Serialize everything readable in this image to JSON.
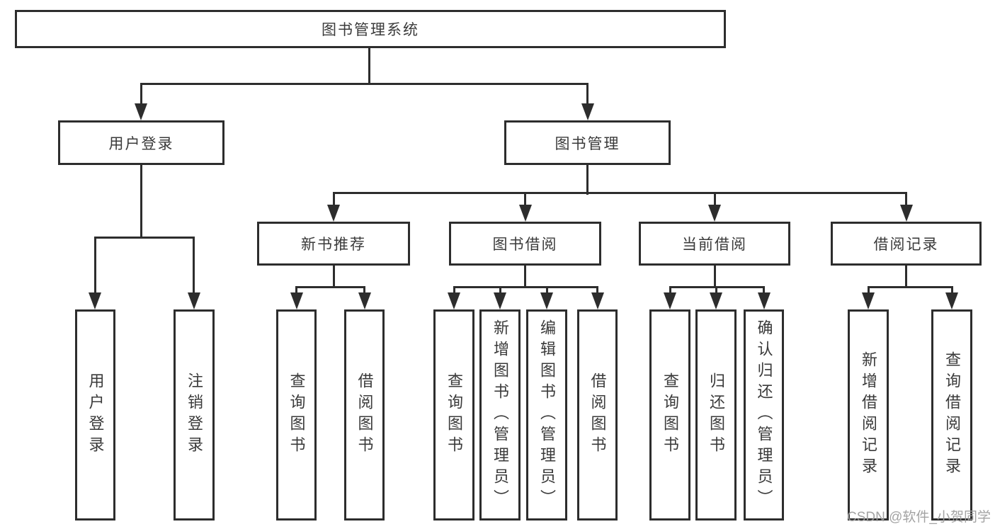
{
  "diagram": {
    "root": {
      "label": "图书管理系统"
    },
    "branches": [
      {
        "label": "用户登录",
        "children": [
          {
            "label": "用户登录"
          },
          {
            "label": "注销登录"
          }
        ]
      },
      {
        "label": "图书管理",
        "children": [
          {
            "label": "新书推荐",
            "children": [
              {
                "label": "查询图书"
              },
              {
                "label": "借阅图书"
              }
            ]
          },
          {
            "label": "图书借阅",
            "children": [
              {
                "label": "查询图书"
              },
              {
                "label": "新增图书（管理员）"
              },
              {
                "label": "编辑图书（管理员）"
              },
              {
                "label": "借阅图书"
              }
            ]
          },
          {
            "label": "当前借阅",
            "children": [
              {
                "label": "查询图书"
              },
              {
                "label": "归还图书"
              },
              {
                "label": "确认归还（管理员）"
              }
            ]
          },
          {
            "label": "借阅记录",
            "children": [
              {
                "label": "新增借阅记录"
              },
              {
                "label": "查询借阅记录"
              }
            ]
          }
        ]
      }
    ]
  },
  "watermark": {
    "text": "CSDN @软件_小贺同学"
  },
  "colors": {
    "line": "#2d2d2d",
    "text": "#3a3a3a",
    "background": "#ffffff",
    "watermark": "#9e9e9e"
  }
}
